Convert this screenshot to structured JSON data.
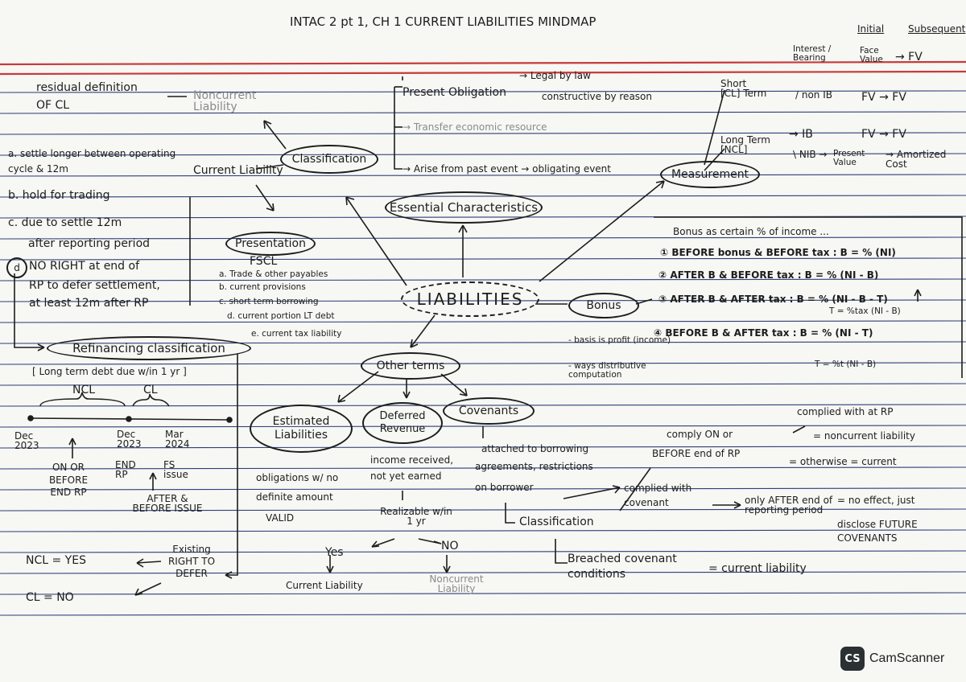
{
  "title": "INTAC 2 pt 1, CH 1 CURRENT LIABILITIES MINDMAP",
  "center": "LIABILITIES",
  "measurement_table": {
    "head_initial": "Initial",
    "head_subsequent": "Subsequent",
    "interest_bearing": "Interest / Bearing",
    "face_value": "Face Value",
    "arrow_fv_1": "→ FV",
    "short_term": "Short [CL] Term",
    "non_ib": "/ non IB",
    "fv_to_fv_1": "FV → FV",
    "long_term": "Long Term [NCL]",
    "ib_long": "→ IB",
    "fv_to_fv_2": "FV → FV",
    "nib": "\\ NIB →",
    "present_value": "Present Value",
    "amortized_cost": "→ Amortized Cost"
  },
  "residual": {
    "line1": "residual definition",
    "line2": "OF CL",
    "noncurrent": "Noncurrent Liability"
  },
  "classification": {
    "node": "Classification",
    "current_liability": "Current Liability",
    "a": "a. settle longer between operating cycle & 12m",
    "b": "b. hold for trading",
    "c1": "c. due to settle 12m",
    "c2": "after reporting period",
    "d1": "NO RIGHT at end of",
    "d2": "RP to defer settlement,",
    "d3": "at least 12m after RP",
    "d_letter": "d"
  },
  "presentation": {
    "node": "Presentation",
    "acronym": "FSCL",
    "a": "a. Trade & other payables",
    "b": "b. current provisions",
    "c": "c. short term borrowing",
    "d": "d. current portion LT debt",
    "e": "e. current tax liability"
  },
  "refinancing": {
    "node": "Refinancing classification",
    "sub": "[ Long term debt due w/in 1 yr ]",
    "ncl": "NCL",
    "cl": "CL",
    "date1": "Dec 2023",
    "date2": "Dec 2023",
    "date3": "Mar 2024",
    "on_before": "ON OR BEFORE END RP",
    "end_rp": "END RP",
    "fs_issue": "FS issue",
    "after_before": "AFTER & BEFORE ISSUE",
    "existing": "Existing RIGHT TO DEFER",
    "ncl_yes": "NCL = YES",
    "cl_no": "CL = NO"
  },
  "essential": {
    "node": "Essential Characteristics",
    "present_obligation": "Present Obligation",
    "legal": "→ Legal by law",
    "constructive": "constructive by reason",
    "transfer": "→ Transfer economic resource",
    "arise": "→ Arise from past event → obligating event"
  },
  "measurement": {
    "node": "Measurement"
  },
  "bonus": {
    "node": "Bonus",
    "basis": "- basis is profit (income)",
    "ways": "- ways distributive computation",
    "intro": "Bonus as certain % of income ...",
    "f1": "① BEFORE bonus & BEFORE tax :  B = % (NI)",
    "f2": "② AFTER B & BEFORE tax :  B = % (NI - B)",
    "f3": "③ AFTER B & AFTER tax :  B = % (NI - B - T)",
    "t3": "T = %tax (NI - B)",
    "f4": "④ BEFORE B & AFTER tax :  B = % (NI - T)",
    "t4": "T = %t (NI - B)"
  },
  "other_terms": {
    "node": "Other terms",
    "estimated": "Estimated Liabilities",
    "estimated_desc1": "obligations w/ no",
    "estimated_desc2": "definite amount",
    "estimated_valid": "VALID",
    "deferred": "Deferred Revenue",
    "deferred_desc1": "income received,",
    "deferred_desc2": "not yet earned",
    "realizable": "Realizable w/in 1 yr",
    "yes": "Yes",
    "no": "NO",
    "current_liability": "Current Liability",
    "noncurrent_liability": "Noncurrent Liability",
    "covenants": "Covenants",
    "cov_desc1": "attached to borrowing",
    "cov_desc2": "agreements, restrictions",
    "cov_desc3": "on borrower",
    "cov_classification": "Classification",
    "complied_with": "complied with covenant",
    "comply_on_before1": "comply ON or",
    "comply_on_before2": "BEFORE end of RP",
    "complied_at_rp": "complied with at RP",
    "noncurrent_eq": "= noncurrent liability",
    "otherwise": "= otherwise = current",
    "only_after": "only AFTER end of reporting period",
    "no_effect": "= no effect, just",
    "disclose": "disclose FUTURE COVENANTS",
    "breached": "Breached covenant conditions",
    "breached_eq": "= current liability"
  },
  "watermark": {
    "mark": "CS",
    "name": "CamScanner"
  }
}
